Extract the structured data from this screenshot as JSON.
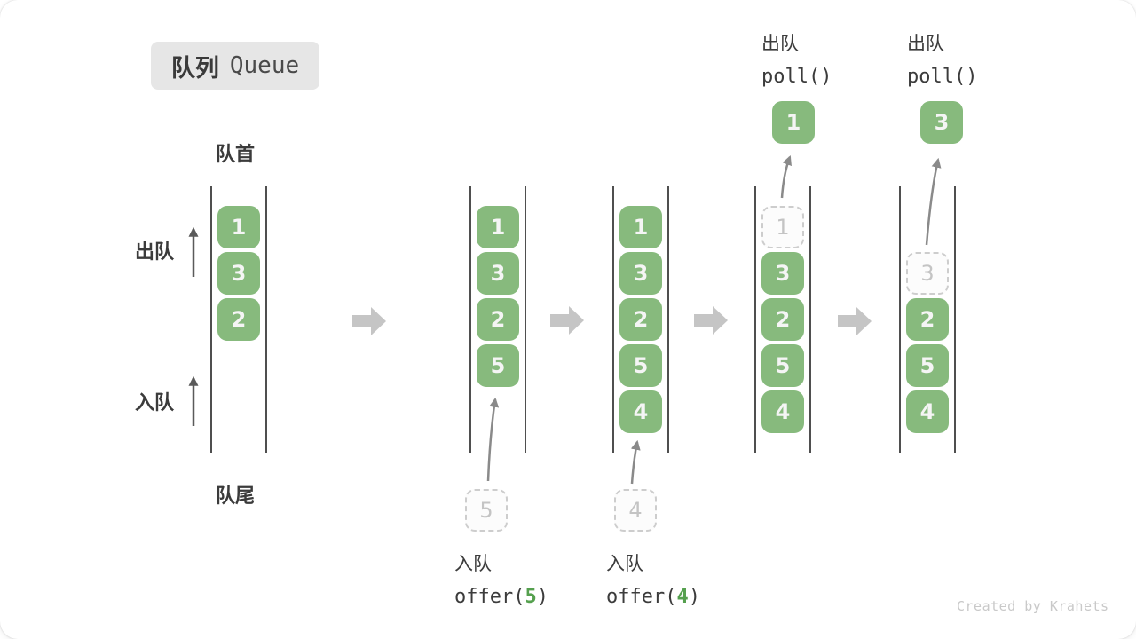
{
  "title": {
    "zh": "队列",
    "en": "Queue"
  },
  "side_labels": {
    "front": "队首",
    "rear": "队尾",
    "dequeue": "出队",
    "enqueue": "入队"
  },
  "queues": [
    {
      "items": [
        "1",
        "3",
        "2"
      ]
    },
    {
      "items": [
        "1",
        "3",
        "2",
        "5"
      ],
      "pending": "5",
      "op": {
        "label": "入队",
        "fn_open": "offer(",
        "arg": "5",
        "fn_close": ")"
      }
    },
    {
      "items": [
        "1",
        "3",
        "2",
        "5",
        "4"
      ],
      "pending": "4",
      "op": {
        "label": "入队",
        "fn_open": "offer(",
        "arg": "4",
        "fn_close": ")"
      }
    },
    {
      "ghost": "1",
      "items": [
        "3",
        "2",
        "5",
        "4"
      ],
      "removed": "1",
      "op": {
        "label": "出队",
        "fn": "poll()"
      }
    },
    {
      "ghost": "3",
      "items": [
        "2",
        "5",
        "4"
      ],
      "removed": "3",
      "op": {
        "label": "出队",
        "fn": "poll()"
      }
    }
  ],
  "watermark": "Created by Krahets",
  "colors": {
    "box_green": "#87ba7d",
    "code_arg_green": "#55a04e",
    "wall_gray": "#4f4f4f",
    "block_arrow_gray": "#c5c5c5",
    "ghost_gray": "#cdcdcd",
    "badge_bg": "#e6e6e6",
    "text_dark": "#3b3b3b",
    "watermark_gray": "#c9c9c9"
  }
}
